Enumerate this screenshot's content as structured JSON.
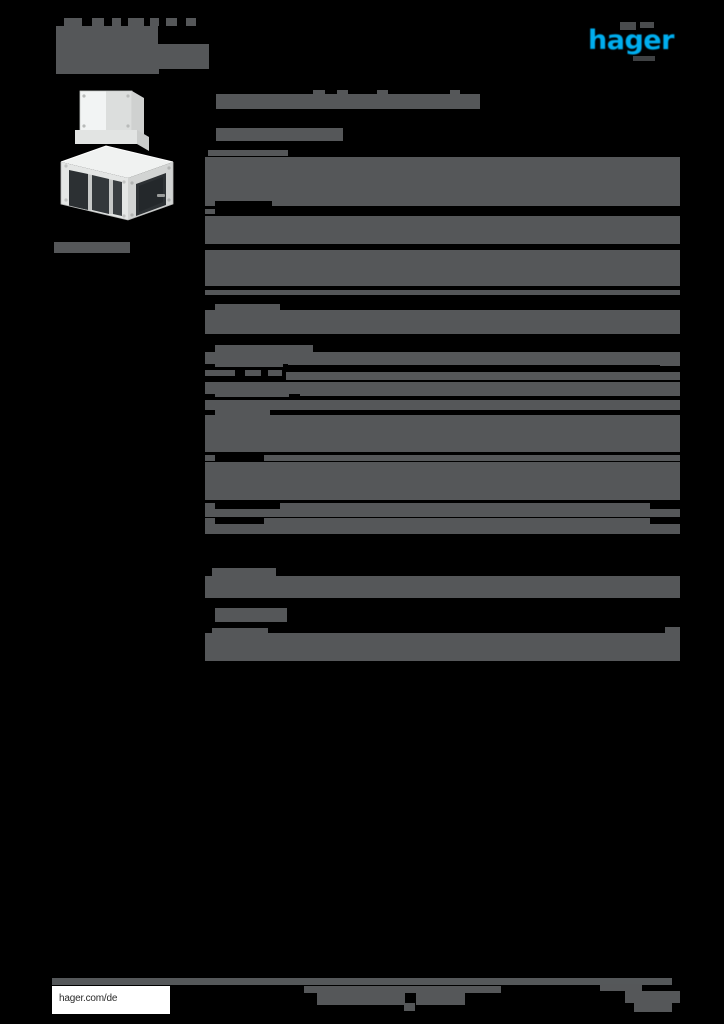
{
  "document": {
    "kind": "product-datasheet",
    "background_color": "#000000",
    "redaction_color": "#555759",
    "brand_color": "#00AEEF",
    "brand_logo_text": "hager"
  },
  "header": {
    "title_redacted": "",
    "subtitle_redacted": ""
  },
  "product": {
    "photo_alt": "product-photo",
    "caption_redacted": ""
  },
  "content": {
    "heading_redacted": "",
    "subheading_redacted": ""
  },
  "footer": {
    "url": "hager.com/de",
    "center_redacted": "",
    "page_redacted": ""
  },
  "spec_table": {
    "note": "all label and value text is redacted in the source image",
    "sections": [
      {
        "rows": 6
      },
      {
        "rows": 1
      },
      {
        "rows": 10
      },
      {
        "rows": 2
      },
      {
        "rows": 2
      }
    ]
  }
}
